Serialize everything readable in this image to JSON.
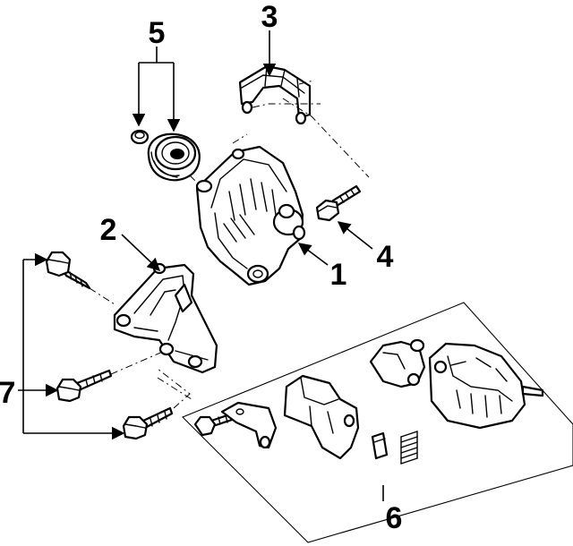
{
  "diagram": {
    "callouts": {
      "alternator": "1",
      "bracket": "2",
      "cover": "3",
      "bolt_4": "4",
      "pulley": "5",
      "regulator_kit": "6",
      "bolts_7": "7"
    }
  }
}
